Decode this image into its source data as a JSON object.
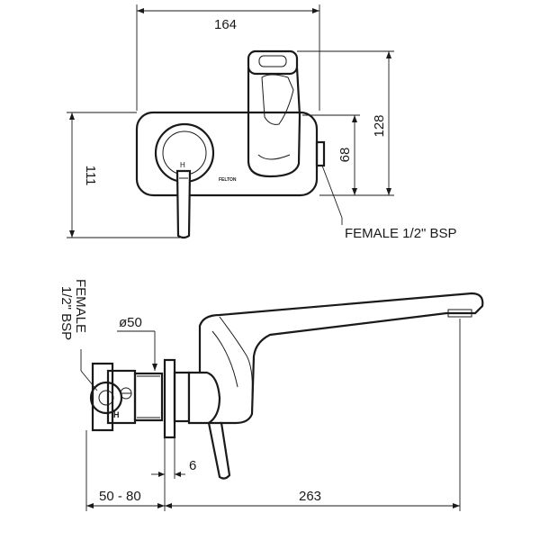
{
  "front_view": {
    "dim_width": "164",
    "dim_height_total": "128",
    "dim_height_plate": "111",
    "dim_outlet_height": "68",
    "callout_thread": "FEMALE 1/2\" BSP",
    "brand_mark": "FELTON",
    "handle_mark": "H"
  },
  "side_view": {
    "callout_thread_line1": "FEMALE",
    "callout_thread_line2": "1/2\" BSP",
    "dim_diameter": "ø50",
    "dim_plate_thickness": "6",
    "dim_wall_depth": "50 - 80",
    "dim_spout_reach": "263",
    "handle_mark": "H"
  }
}
